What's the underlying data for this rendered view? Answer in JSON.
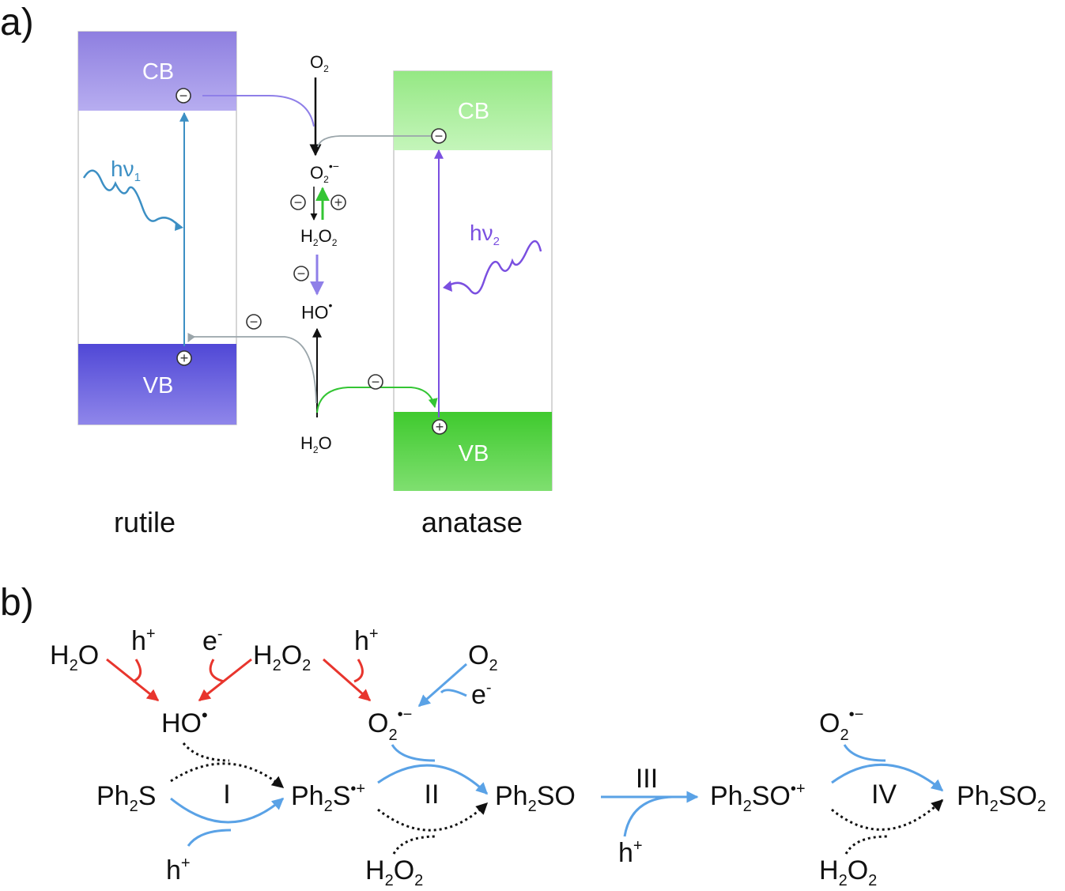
{
  "panel_a": {
    "label": "a)",
    "rutile": {
      "name": "rutile",
      "cb": "CB",
      "vb": "VB",
      "excitation": "hν",
      "excitation_sub": "1"
    },
    "anatase": {
      "name": "anatase",
      "cb": "CB",
      "vb": "VB",
      "excitation": "hν",
      "excitation_sub": "2"
    },
    "species": {
      "o2": "O",
      "o2_sub": "2",
      "superoxide": "O",
      "superoxide_sub": "2",
      "superoxide_sup": "•−",
      "h2o2_a": "H",
      "h2o2_b": "O",
      "h2o2_sub": "2",
      "ho": "HO",
      "ho_sup": "•",
      "h2o_a": "H",
      "h2o_b": "O",
      "h2o_sub": "2"
    },
    "charges": {
      "electron": "−",
      "hole": "+"
    },
    "colors": {
      "rutile_cb": "#9b8ee0",
      "rutile_vb": "#5a4fd8",
      "anatase_cb": "#a6ee9a",
      "anatase_vb": "#4ed13e",
      "blue_arrow": "#3c8fc4",
      "purple_arrow": "#7a4fe0",
      "green_arrow": "#33c533",
      "grey_arrow": "#9aa5aa"
    }
  },
  "panel_b": {
    "label": "b)",
    "sources": {
      "h2o_a": "H",
      "h2o_sub": "2",
      "h2o_b": "O",
      "h_plus_1": "h",
      "h_plus_1_sup": "+",
      "e_minus_1": "e",
      "e_minus_1_sup": "-",
      "h2o2_top_a": "H",
      "h2o2_top_sub1": "2",
      "h2o2_top_b": "O",
      "h2o2_top_sub2": "2",
      "h_plus_2": "h",
      "h_plus_2_sup": "+",
      "o2_top": "O",
      "o2_top_sub": "2",
      "e_minus_2": "e",
      "e_minus_2_sup": "-"
    },
    "intermediates": {
      "ho": "HO",
      "ho_sup": "•",
      "o2rad": "O",
      "o2rad_sub": "2",
      "o2rad_sup": "•−"
    },
    "chain": {
      "ph2s_a": "Ph",
      "ph2s_sub": "2",
      "ph2s_b": "S",
      "ph2s_rad_a": "Ph",
      "ph2s_rad_sub": "2",
      "ph2s_rad_b": "S",
      "ph2s_rad_sup": "•+",
      "ph2so_a": "Ph",
      "ph2so_sub": "2",
      "ph2so_b": "SO",
      "ph2so_rad_a": "Ph",
      "ph2so_rad_sub": "2",
      "ph2so_rad_b": "SO",
      "ph2so_rad_sup": "•+",
      "ph2so2_a": "Ph",
      "ph2so2_sub1": "2",
      "ph2so2_b": "SO",
      "ph2so2_sub2": "2"
    },
    "steps": {
      "I": "I",
      "II": "II",
      "III": "III",
      "IV": "IV"
    },
    "bottom": {
      "h_plus_3": "h",
      "h_plus_3_sup": "+",
      "h2o2_1_a": "H",
      "h2o2_1_sub1": "2",
      "h2o2_1_b": "O",
      "h2o2_1_sub2": "2",
      "h_plus_4": "h",
      "h_plus_4_sup": "+",
      "o2rad_2": "O",
      "o2rad_2_sub": "2",
      "o2rad_2_sup": "•−",
      "h2o2_2_a": "H",
      "h2o2_2_sub1": "2",
      "h2o2_2_b": "O",
      "h2o2_2_sub2": "2"
    },
    "colors": {
      "red": "#e8352d",
      "blue": "#5aa2e6",
      "black": "#111111"
    }
  }
}
